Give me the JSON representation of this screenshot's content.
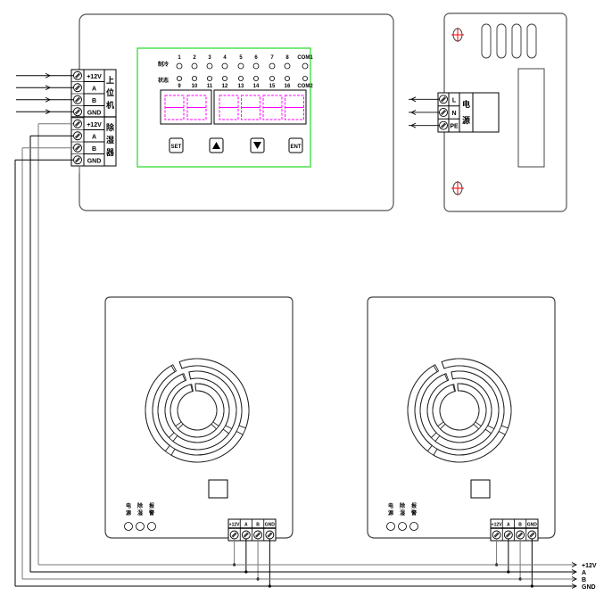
{
  "diagram": {
    "title": "Dehumidifier controller wiring diagram",
    "controller": {
      "indicator_row1_label": "制冷",
      "indicator_row2_label": "状态",
      "indicator_top_numbers": [
        "1",
        "2",
        "3",
        "4",
        "5",
        "6",
        "7",
        "8",
        "COM1"
      ],
      "indicator_bottom_numbers": [
        "9",
        "10",
        "11",
        "12",
        "13",
        "14",
        "15",
        "16",
        "COM2"
      ],
      "display_left_digits": 2,
      "display_right_digits": 4,
      "buttons": [
        {
          "label": "SET",
          "icon": ""
        },
        {
          "label": "",
          "icon": "up-triangle"
        },
        {
          "label": "",
          "icon": "down-triangle"
        },
        {
          "label": "ENT",
          "icon": ""
        }
      ],
      "display_color": "#ff00ff",
      "panel_border_color": "#00dd00",
      "terminal_host": {
        "pins": [
          "+12V",
          "A",
          "B",
          "GND"
        ],
        "group_label": [
          "上",
          "位",
          "机"
        ]
      },
      "terminal_dehumidifier": {
        "pins": [
          "+12V",
          "A",
          "B",
          "GND"
        ],
        "group_label": [
          "除",
          "湿",
          "器"
        ]
      }
    },
    "power_module": {
      "pins": [
        "L",
        "N",
        "PE"
      ],
      "group_label": [
        "电",
        "源"
      ],
      "mark_color": "#ff0000"
    },
    "dehumidifiers": [
      {
        "indicator_labels": [
          "电源",
          "除湿",
          "报警"
        ],
        "terminal_pins": [
          "+12V",
          "A",
          "B",
          "GND"
        ]
      },
      {
        "indicator_labels": [
          "电源",
          "除湿",
          "报警"
        ],
        "terminal_pins": [
          "+12V",
          "A",
          "B",
          "GND"
        ]
      }
    ],
    "bus_outputs": [
      "+12V",
      "A",
      "B",
      "GND"
    ]
  }
}
